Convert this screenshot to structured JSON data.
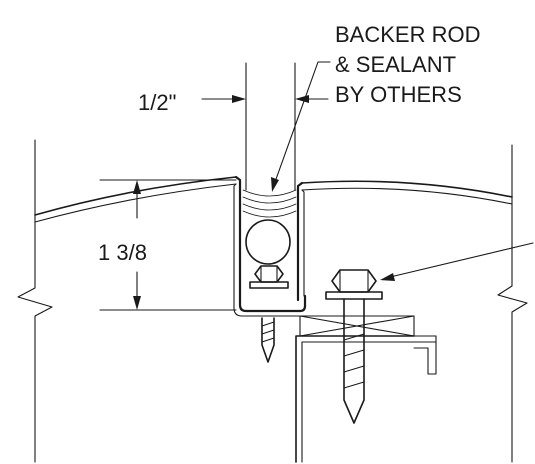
{
  "labels": {
    "backer_rod_line1": "BACKER ROD",
    "backer_rod_line2": "& SEALANT",
    "backer_rod_line3": "BY OTHERS",
    "joint_width": "1/2\"",
    "rib_height": "1 3/8"
  },
  "colors": {
    "line": "#1a1a1a",
    "background": "#ffffff"
  }
}
